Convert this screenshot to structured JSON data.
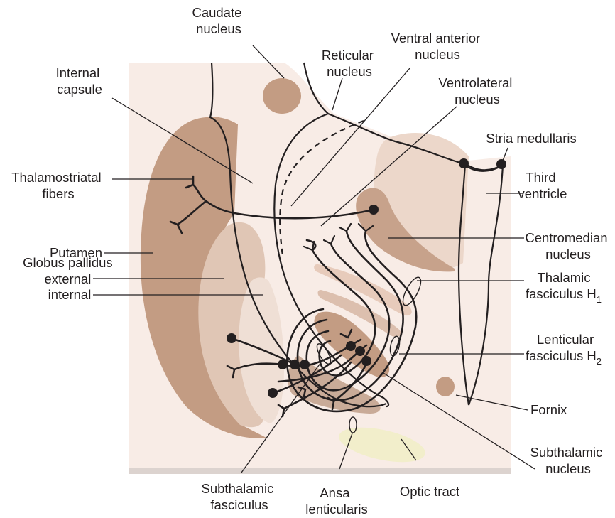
{
  "labels": {
    "caudate": [
      "Caudate",
      "nucleus"
    ],
    "ventral_anterior": [
      "Ventral anterior",
      "nucleus"
    ],
    "reticular": [
      "Reticular",
      "nucleus"
    ],
    "internal_capsule": [
      "Internal",
      "capsule"
    ],
    "ventrolateral": [
      "Ventrolateral",
      "nucleus"
    ],
    "stria": "Stria medullaris",
    "thalamostriatal": [
      "Thalamostriatal",
      "fibers"
    ],
    "third_ventricle": [
      "Third",
      "ventricle"
    ],
    "putamen": "Putamen",
    "centromedian": [
      "Centromedian",
      "nucleus"
    ],
    "globus": [
      "Globus pallidus",
      "external",
      "internal"
    ],
    "thalamic_fasciculus": [
      "Thalamic",
      "fasciculus H",
      "1"
    ],
    "lenticular_fasciculus": [
      "Lenticular",
      "fasciculus H",
      "2"
    ],
    "fornix": "Fornix",
    "subthalamic_nucleus": [
      "Subthalamic",
      "nucleus"
    ],
    "subthalamic_fasciculus": [
      "Subthalamic",
      "fasciculus"
    ],
    "ansa": [
      "Ansa",
      "lenticularis"
    ],
    "optic_tract": "Optic tract"
  },
  "colors": {
    "background": "#f8ece6",
    "background_bottom_edge": "#dcd3cf",
    "putamen": "#c39c83",
    "globus_pallidus_external": "#e0c6b5",
    "globus_pallidus_internal": "#efdfd5",
    "caudate": "#c39c83",
    "thalamus_light": "#ecd7ca",
    "centromedian": "#c7a28b",
    "subthalamic": "#c39c83",
    "fornix": "#c39c83",
    "optic_tract": "#f2eecb",
    "ink": "#231f20"
  }
}
